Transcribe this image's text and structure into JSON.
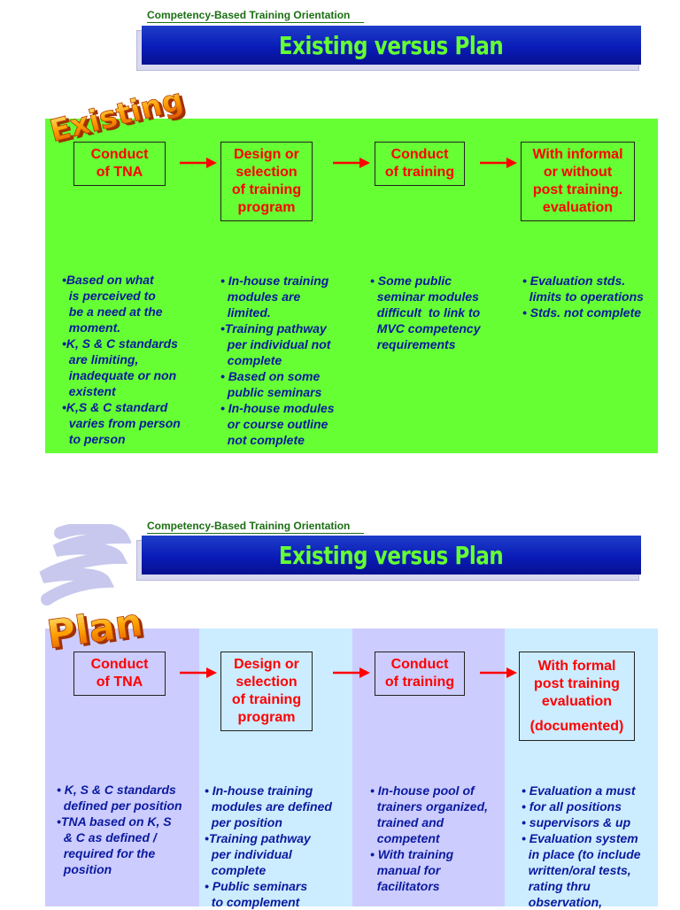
{
  "slide1": {
    "subtitle": "Competency-Based Training Orientation",
    "banner_title": "Existing versus Plan",
    "wordart": "Existing",
    "boxes": [
      {
        "lines": [
          "Conduct",
          "of TNA"
        ]
      },
      {
        "lines": [
          "Design or",
          "selection",
          "of training",
          "program"
        ]
      },
      {
        "lines": [
          "Conduct",
          "of training"
        ]
      },
      {
        "lines": [
          "With informal",
          "or without",
          "post training.",
          "evaluation"
        ]
      }
    ],
    "bullets": [
      [
        "•Based on what",
        "  is perceived to",
        "  be a need at the",
        "  moment.",
        "•K, S & C standards",
        "  are limiting,",
        "  inadequate or non",
        "  existent",
        "•K,S & C standard",
        "  varies from person",
        "  to person"
      ],
      [
        "• In-house training",
        "  modules are",
        "  limited.",
        "•Training pathway",
        "  per individual not",
        "  complete",
        "• Based on some",
        "  public seminars",
        "• In-house modules",
        "  or course outline",
        "  not complete"
      ],
      [
        "• Some public",
        "  seminar modules",
        "  difficult  to link to",
        "  MVC competency",
        "  requirements"
      ],
      [
        "• Evaluation stds.",
        "  limits to operations",
        "• Stds. not complete"
      ]
    ]
  },
  "slide2": {
    "subtitle": "Competency-Based Training Orientation",
    "banner_title": "Existing versus Plan",
    "wordart": "Plan",
    "boxes": [
      {
        "lines": [
          "Conduct",
          "of TNA"
        ]
      },
      {
        "lines": [
          "Design or",
          "selection",
          "of training",
          "program"
        ]
      },
      {
        "lines": [
          "Conduct",
          "of training"
        ]
      },
      {
        "lines": [
          "With formal",
          "post training",
          "evaluation",
          "",
          "(documented)"
        ]
      }
    ],
    "bullets": [
      [
        "• K, S & C standards",
        "  defined per position",
        "•TNA based on K, S",
        "  & C as defined /",
        "  required for the",
        "  position"
      ],
      [
        "• In-house training",
        "  modules are defined",
        "  per position",
        "•Training pathway",
        "  per individual",
        "  complete",
        "• Public seminars",
        "  to complement"
      ],
      [
        "• In-house pool of",
        "  trainers organized,",
        "  trained and",
        "  competent",
        "• With training",
        "  manual for",
        "  facilitators"
      ],
      [
        "• Evaluation a must",
        "• for all positions",
        "• supervisors & up",
        "• Evaluation system",
        "  in place (to include",
        "  written/oral tests,",
        "  rating thru",
        "  observation,"
      ]
    ]
  },
  "colors": {
    "panel_green": "#66ff33",
    "banner_blue": "#0a1cb8",
    "title_green": "#66ff33",
    "box_text_red": "#ff0000",
    "bullet_text_blue": "#0a1a9e",
    "col_lavender": "#ccccff",
    "col_lightblue": "#ccecff",
    "arrow_red": "#ff0000",
    "wordart_orange": "#ff8c00"
  }
}
